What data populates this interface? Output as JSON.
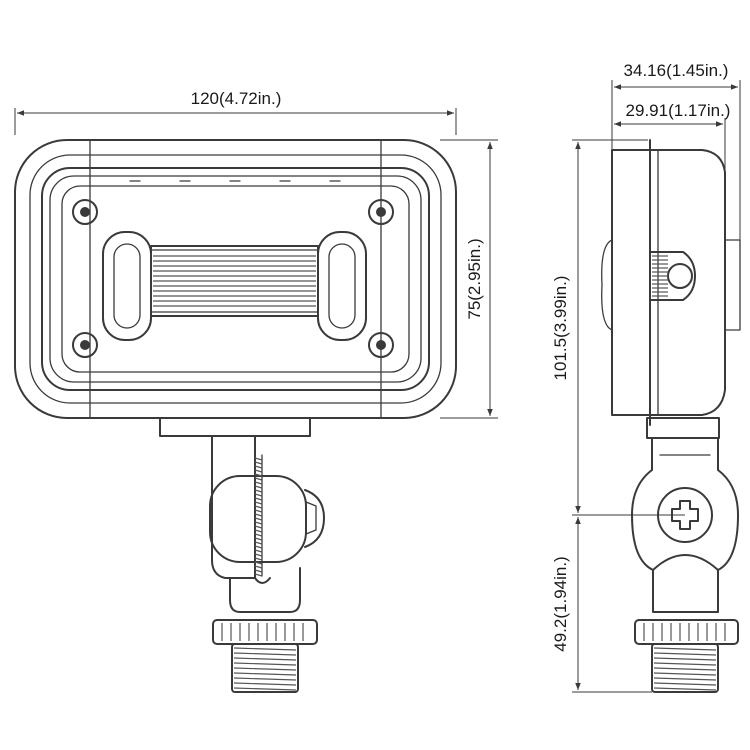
{
  "dimensions": {
    "width_front": "120(4.72in.)",
    "height_front": "75(2.95in.)",
    "depth_total": "34.16(1.45in.)",
    "depth_body": "29.91(1.17in.)",
    "height_total": "101.5(3.99in.)",
    "height_mount": "49.2(1.94in.)"
  },
  "colors": {
    "line": "#3a3a3a",
    "background": "#ffffff"
  }
}
